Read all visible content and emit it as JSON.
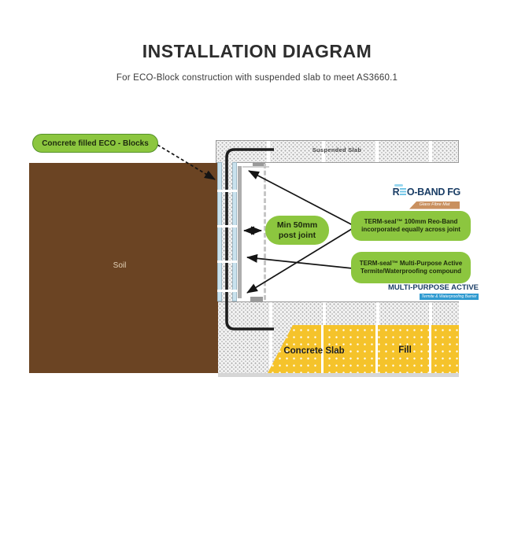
{
  "header": {
    "title": "INSTALLATION DIAGRAM",
    "subtitle": "For ECO-Block construction with suspended slab to meet AS3660.1"
  },
  "diagram": {
    "callouts": {
      "eco_blocks": "Concrete filled ECO - Blocks",
      "min_post_joint": "Min 50mm post joint",
      "reo_band_note": "TERM-seal™ 100mm Reo-Band incorporated equally across joint",
      "compound_note": "TERM-seal™ Multi-Purpose Active Termite/Waterproofing compound"
    },
    "areas": {
      "soil": "Soil",
      "suspended_slab": "Suspended Slab",
      "concrete_slab": "Concrete Slab",
      "fill": "Fill"
    },
    "logos": {
      "reo_band_fg": {
        "part1": "R",
        "part2": "O-BAND FG",
        "tagline": "Glass Fibre Mat"
      },
      "multi_purpose_active": {
        "text": "MULTI-PURPOSE ACTIVE",
        "tagline": "Termite & Waterproofing Barrier"
      }
    },
    "colors": {
      "callout_green": "#8CC63F",
      "soil_brown": "#6B4423",
      "fill_yellow": "#F5C32B",
      "eco_block_blue": "#C9E2EE",
      "logo_navy": "#1B3E66",
      "reo_band_tagline_tan": "#C9905F",
      "mpa_tagline_blue": "#2E9AD0"
    }
  }
}
